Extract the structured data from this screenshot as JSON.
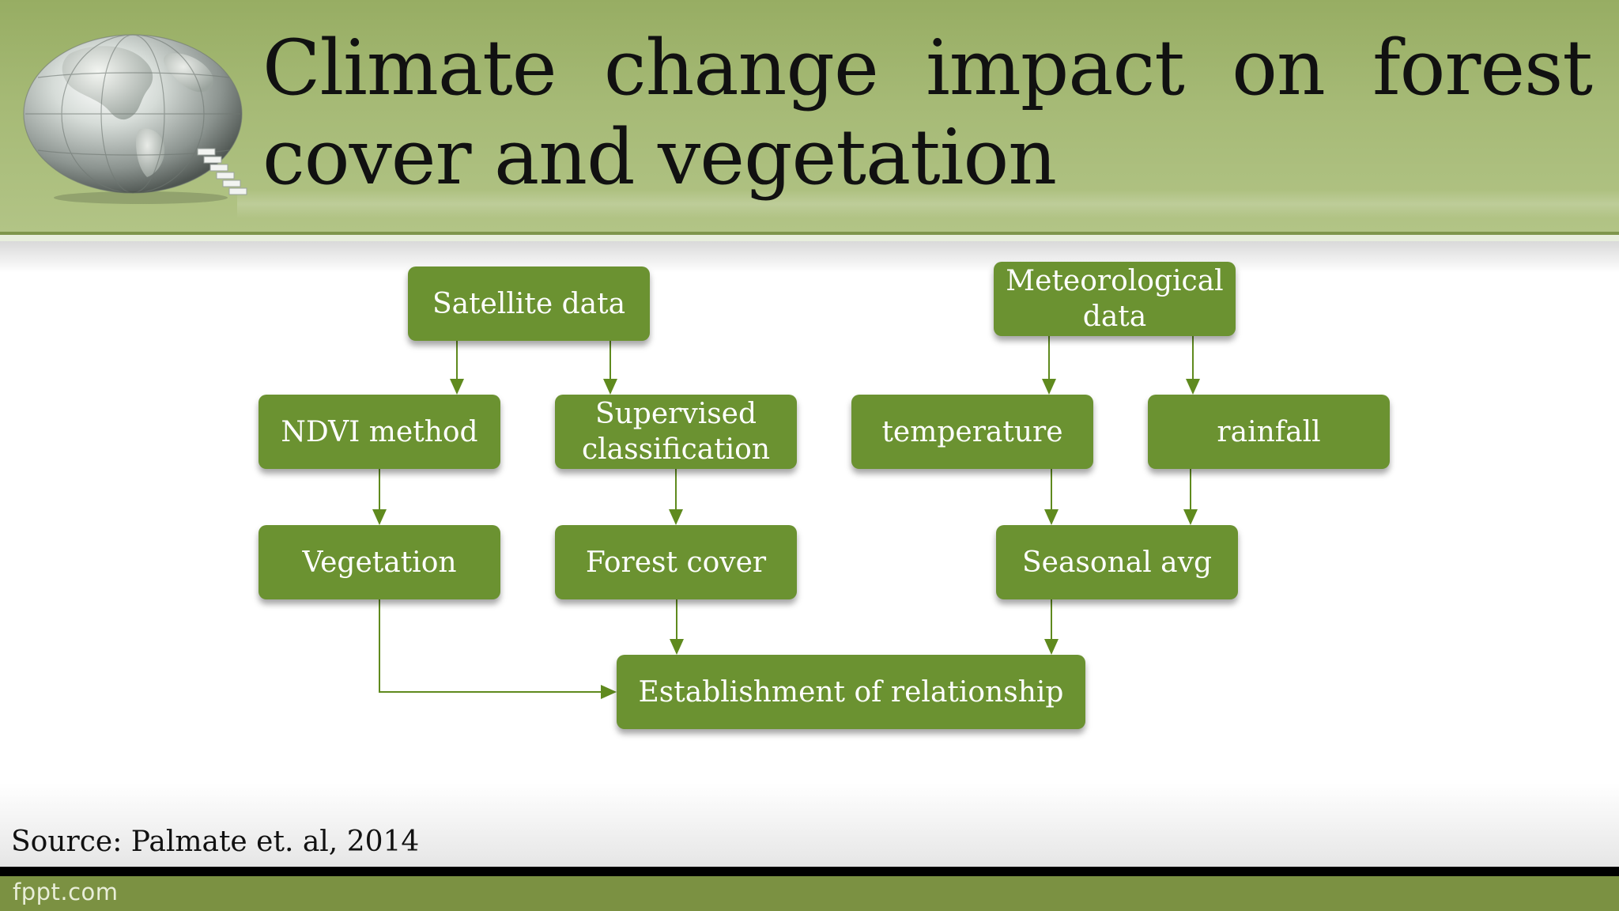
{
  "slide": {
    "title": "Climate change impact on forest cover and vegetation",
    "source": "Source: Palmate et. al, 2014",
    "footer_logo": "fppt.com"
  },
  "flowchart": {
    "nodes": {
      "satellite_data": "Satellite data",
      "meteorological_data": "Meteorological data",
      "ndvi_method": "NDVI method",
      "supervised_classification": "Supervised classification",
      "temperature": "temperature",
      "rainfall": "rainfall",
      "vegetation": "Vegetation",
      "forest_cover": "Forest cover",
      "seasonal_avg": "Seasonal avg",
      "relationship": "Establishment of relationship"
    },
    "edges": [
      [
        "satellite_data",
        "ndvi_method"
      ],
      [
        "satellite_data",
        "supervised_classification"
      ],
      [
        "meteorological_data",
        "temperature"
      ],
      [
        "meteorological_data",
        "rainfall"
      ],
      [
        "ndvi_method",
        "vegetation"
      ],
      [
        "supervised_classification",
        "forest_cover"
      ],
      [
        "temperature",
        "seasonal_avg"
      ],
      [
        "rainfall",
        "seasonal_avg"
      ],
      [
        "vegetation",
        "relationship"
      ],
      [
        "forest_cover",
        "relationship"
      ],
      [
        "seasonal_avg",
        "relationship"
      ]
    ]
  },
  "colors": {
    "header_green": "#a6ba76",
    "box_green": "#6b9231",
    "arrow_green": "#5f8a1e",
    "footer_green": "#7b9142"
  },
  "icons": {
    "logo": "globe-with-stairs-icon"
  }
}
